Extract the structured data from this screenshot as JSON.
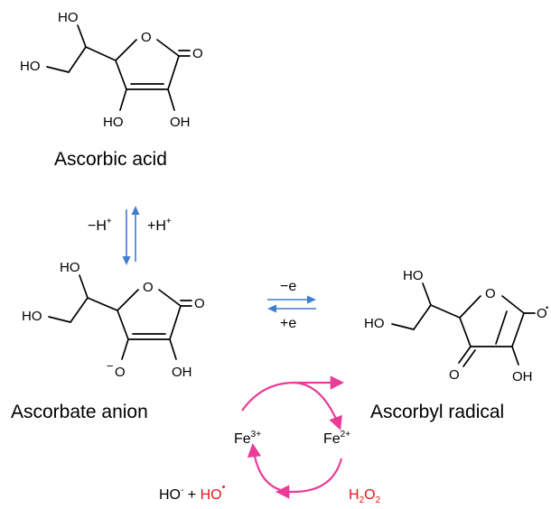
{
  "colors": {
    "equilibrium_arrows": "#3c7fce",
    "redox_cycle": "#ea3c97",
    "highlight_red": "#e8141b",
    "text": "#000000"
  },
  "molecules": {
    "ascorbic_acid": {
      "name": "Ascorbic acid",
      "labels": {
        "ho_top": "HO",
        "ho_left": "HO",
        "ring_o": "O",
        "carbonyl_o": "O",
        "oh_bottom_left": "HO",
        "oh_bottom_right": "OH"
      }
    },
    "ascorbate_anion": {
      "name": "Ascorbate anion",
      "labels": {
        "ho_top": "HO",
        "ho_left": "HO",
        "ring_o": "O",
        "carbonyl_o": "O",
        "minus_sign": "−",
        "o_minus": "O",
        "oh_bottom_right": "OH"
      }
    },
    "ascorbyl_radical": {
      "name": "Ascorbyl radical",
      "labels": {
        "ho_top": "HO",
        "ho_left": "HO",
        "ring_o": "O",
        "o_radical": "O",
        "radical_dot": "•",
        "keto_o": "O",
        "oh_bottom_right": "OH"
      }
    }
  },
  "equilibria": {
    "proton_loss": "−H",
    "proton_loss_sup": "+",
    "proton_gain": "+H",
    "proton_gain_sup": "+",
    "electron_loss": "−e",
    "electron_gain": "+e"
  },
  "fenton_cycle": {
    "fe3": "Fe",
    "fe3_sup": "3+",
    "fe2": "Fe",
    "fe2_sup": "2+",
    "hydroxide": "HO",
    "hydroxide_sup": "-",
    "plus": "+",
    "hydroxyl_radical": "HO",
    "hydroxyl_radical_dot": "•",
    "peroxide_h": "H",
    "peroxide_h_sub": "2",
    "peroxide_o": "O",
    "peroxide_o_sub": "2"
  }
}
